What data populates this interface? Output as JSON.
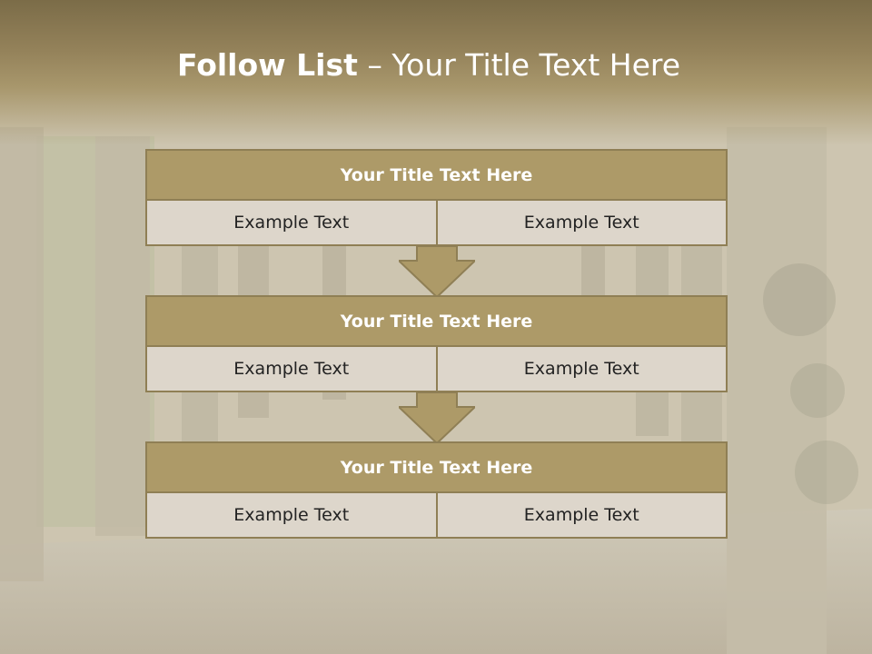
{
  "slide": {
    "title_bold": "Follow List",
    "title_rest": " – Your Title Text Here"
  },
  "blocks": [
    {
      "title": "Your Title Text Here",
      "left": "Example Text",
      "right": "Example Text"
    },
    {
      "title": "Your Title Text Here",
      "left": "Example Text",
      "right": "Example Text"
    },
    {
      "title": "Your Title Text Here",
      "left": "Example Text",
      "right": "Example Text"
    }
  ],
  "colors": {
    "header": "#94825a",
    "block_title": "#ad9a68",
    "block_cell": "#ddd6cb",
    "border": "#8f7f55"
  }
}
